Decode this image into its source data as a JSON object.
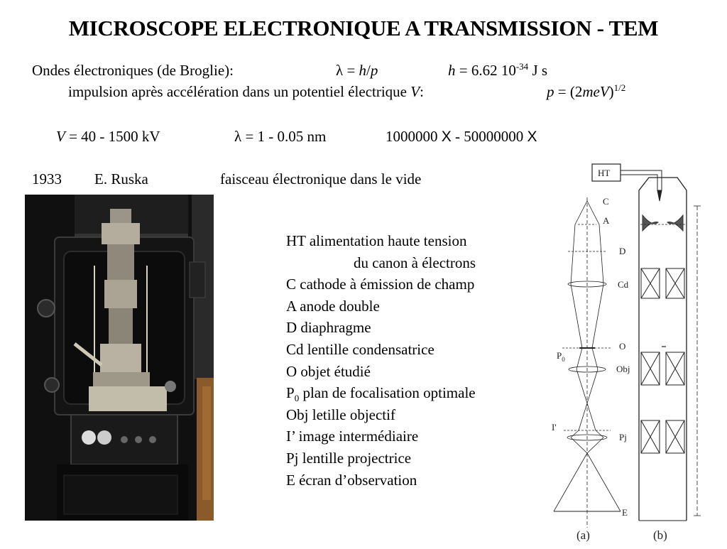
{
  "title": "MICROSCOPE ELECTRONIQUE A TRANSMISSION - TEM",
  "line1": {
    "prefix": "Ondes électroniques (de Broglie):",
    "lambda": "λ",
    "eq": " = ",
    "h": "h",
    "slash": "/",
    "p": "p",
    "h2": "h",
    "h_eq": " = 6.62 10",
    "h_exp": "-34",
    "h_unit": " J s"
  },
  "line2": {
    "text": "impulsion après accélération dans un potentiel électrique ",
    "V": "V",
    "colon": ":",
    "p": "p",
    "eq": " = (2",
    "meV": "meV",
    "close": ")",
    "exp": "1/2"
  },
  "line3": {
    "V": "V",
    "v_range": " = 40 - 1500 kV",
    "lambda": "λ",
    "lambda_range": " = 1 - 0.05 nm",
    "mag_a": "1000000 ",
    "x1": "X",
    "mag_b": " - 50000000 ",
    "x2": "X"
  },
  "line4": {
    "year": "1933",
    "name": "E. Ruska",
    "desc": "faisceau électronique dans le vide"
  },
  "legend": {
    "items": [
      {
        "text": "HT alimentation haute tension"
      },
      {
        "text": "du canon à électrons"
      },
      {
        "text": "C cathode à émission de champ"
      },
      {
        "text": "A anode double"
      },
      {
        "text": "D diaphragme"
      },
      {
        "text": "Cd lentille condensatrice"
      },
      {
        "text": "O objet étudié"
      },
      {
        "p0": "P",
        "p0_sub": "0",
        "text": " plan de focalisation optimale"
      },
      {
        "text": "Obj letille objectif"
      },
      {
        "text": "I’ image intermédiaire"
      },
      {
        "text": "Pj lentille projectrice"
      },
      {
        "text": "E écran d’observation"
      }
    ]
  },
  "diagram": {
    "labels": {
      "HT": "HT",
      "C": "C",
      "A": "A",
      "D": "D",
      "Cd": "Cd",
      "O": "O",
      "P0": "P",
      "P0_sub": "0",
      "Obj": "Obj",
      "I": "I'",
      "Pj": "Pj",
      "E": "E",
      "a": "(a)",
      "b": "(b)"
    }
  }
}
